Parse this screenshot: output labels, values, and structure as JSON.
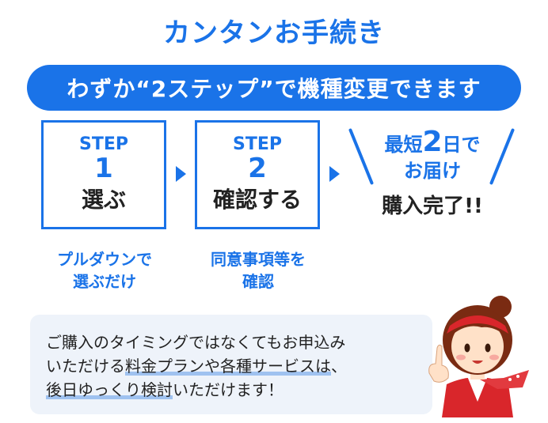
{
  "title": "カンタンお手続き",
  "banner": "わずか“2ステップ”で機種変更できます",
  "steps": [
    {
      "label": "STEP",
      "number": "1",
      "action": "選ぶ",
      "caption_line1": "プルダウンで",
      "caption_line2": "選ぶだけ"
    },
    {
      "label": "STEP",
      "number": "2",
      "action": "確認する",
      "caption_line1": "同意事項等を",
      "caption_line2": "確認"
    }
  ],
  "final": {
    "line1_pre": "最短",
    "line1_num": "2",
    "line1_post": "日で",
    "line2": "お届け",
    "line3": "購入完了!!"
  },
  "speech": {
    "line1": "ご購入のタイミングではなくてもお申込み",
    "line2_pre": "いただける",
    "line2_ul": "料金プランや各種サービスは",
    "line2_post": "、",
    "line3_ul": "後日ゆっくり検討",
    "line3_post": "いただけます！"
  },
  "colors": {
    "blue": "#1a73e8",
    "speech_bg": "#eef3fa",
    "mascot_red": "#d9262b",
    "skin": "#ffe1c8"
  }
}
